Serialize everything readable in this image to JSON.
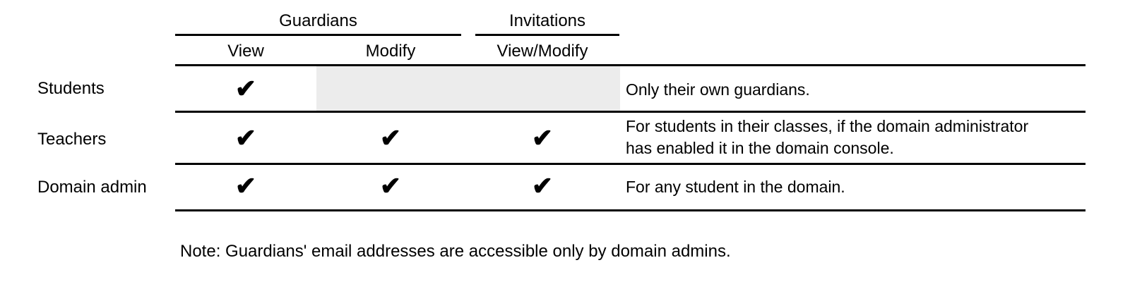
{
  "table": {
    "column_groups": [
      {
        "label": "Guardians",
        "columns": [
          {
            "label": "View"
          },
          {
            "label": "Modify"
          }
        ]
      },
      {
        "label": "Invitations",
        "columns": [
          {
            "label": "View/Modify"
          }
        ]
      }
    ],
    "check_glyph": "✔",
    "rows": [
      {
        "label": "Students",
        "cells": [
          "✔",
          "",
          ""
        ],
        "disabled_cells": [
          "Modify",
          "View/Modify"
        ],
        "note": "Only their own guardians."
      },
      {
        "label": "Teachers",
        "cells": [
          "✔",
          "✔",
          "✔"
        ],
        "disabled_cells": [],
        "note": "For students in their classes, if the domain administrator\nhas enabled it in the domain console."
      },
      {
        "label": "Domain admin",
        "cells": [
          "✔",
          "✔",
          "✔"
        ],
        "disabled_cells": [],
        "note": "For any student in the domain."
      }
    ]
  },
  "footnote": "Note: Guardians' email addresses are accessible only by domain admins.",
  "colors": {
    "text": "#000000",
    "rule": "#000000",
    "disabled_cell_bg": "#ececec",
    "background": "#ffffff"
  }
}
